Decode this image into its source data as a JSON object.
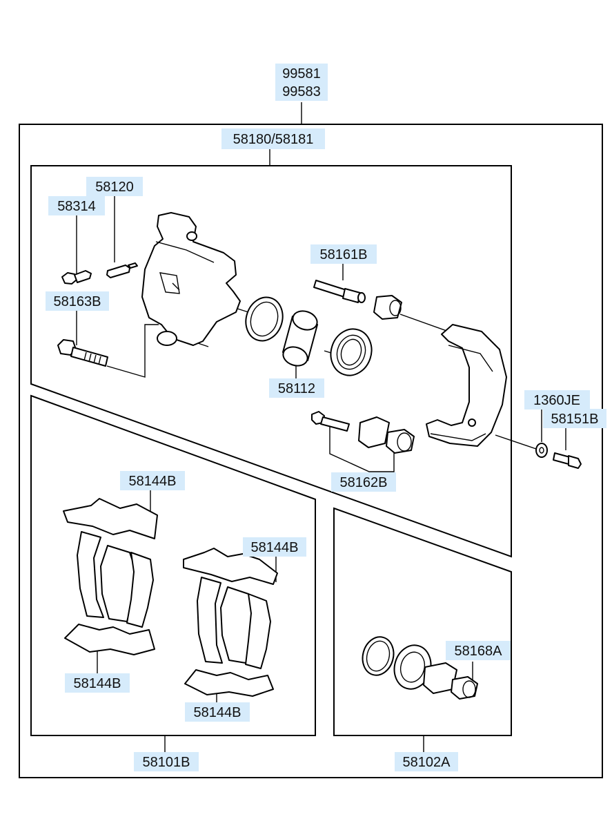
{
  "labels": {
    "assy_a": "99581",
    "assy_b": "99583",
    "caliper_assy": "58180/58181",
    "p58120": "58120",
    "p58314": "58314",
    "p58163b": "58163B",
    "p58161b": "58161B",
    "p58112": "58112",
    "p1360je": "1360JE",
    "p58151b": "58151B",
    "p58162b": "58162B",
    "pad_clip_1": "58144B",
    "pad_clip_2": "58144B",
    "pad_clip_3": "58144B",
    "pad_clip_4": "58144B",
    "p58168a": "58168A",
    "pad_kit": "58101B",
    "seal_kit": "58102A"
  }
}
